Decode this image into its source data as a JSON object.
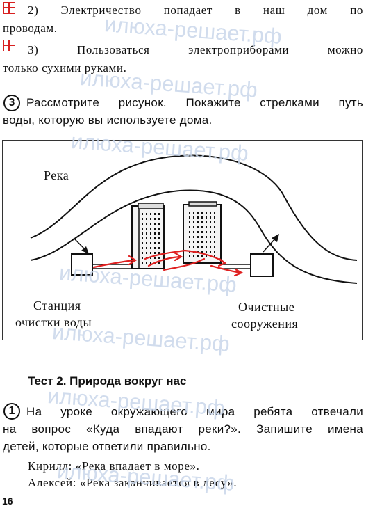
{
  "statements": [
    {
      "line1": "2) Электричество попадает в наш дом по",
      "line2": "проводам."
    },
    {
      "line1": "3) Пользоваться электроприборами можно",
      "line2": "только сухими руками."
    }
  ],
  "task3": {
    "number": "3",
    "line1": "Рассмотрите рисунок. Покажите стрелками путь",
    "line2": "воды, которую вы используете дома."
  },
  "figure": {
    "river_label": "Река",
    "station_line1": "Станция",
    "station_line2": "очистки воды",
    "treatment_line1": "Очистные",
    "treatment_line2": "сооружения",
    "colors": {
      "ink": "#111111",
      "pen": "#e02020"
    }
  },
  "test": {
    "title": "Тест 2. Природа вокруг нас",
    "q1": {
      "number": "1",
      "line1": "На уроке окружающего мира ребята отвечали",
      "line2": "на вопрос «Куда впадают реки?». Запишите имена",
      "line3": "детей, которые ответили правильно."
    },
    "answers": [
      "Кирилл: «Река впадает в море».",
      "Алексей: «Река заканчивается в лесу»."
    ]
  },
  "page_number": "16",
  "watermark": "илюха-решает.рф"
}
